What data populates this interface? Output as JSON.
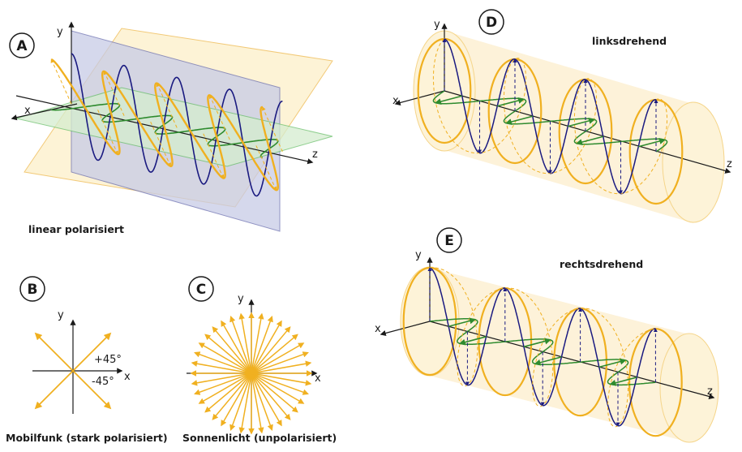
{
  "panels": {
    "A": {
      "badge": "A",
      "caption": "linear polarisiert",
      "axis_x": "x",
      "axis_y": "y",
      "axis_z": "z"
    },
    "B": {
      "badge": "B",
      "caption": "Mobilfunk (stark polarisiert)",
      "axis_x": "x",
      "axis_y": "y",
      "angle_pos": "+45°",
      "angle_neg": "-45°"
    },
    "C": {
      "badge": "C",
      "caption": "Sonnenlicht (unpolarisiert)",
      "axis_x": "x",
      "axis_y": "y"
    },
    "D": {
      "badge": "D",
      "caption": "linksdrehend",
      "axis_x": "x",
      "axis_y": "y",
      "axis_z": "z"
    },
    "E": {
      "badge": "E",
      "caption": "rechtsdrehend",
      "axis_x": "x",
      "axis_y": "y",
      "axis_z": "z"
    }
  },
  "colors": {
    "wave_e": "#1a1a80",
    "wave_b": "#2e8b2e",
    "resultant": "#f0b020",
    "plane_yellow": "#fdf1cf",
    "plane_blue": "#c7cbe6",
    "plane_green": "#d5edcf",
    "cylinder": "#fbeac0"
  }
}
